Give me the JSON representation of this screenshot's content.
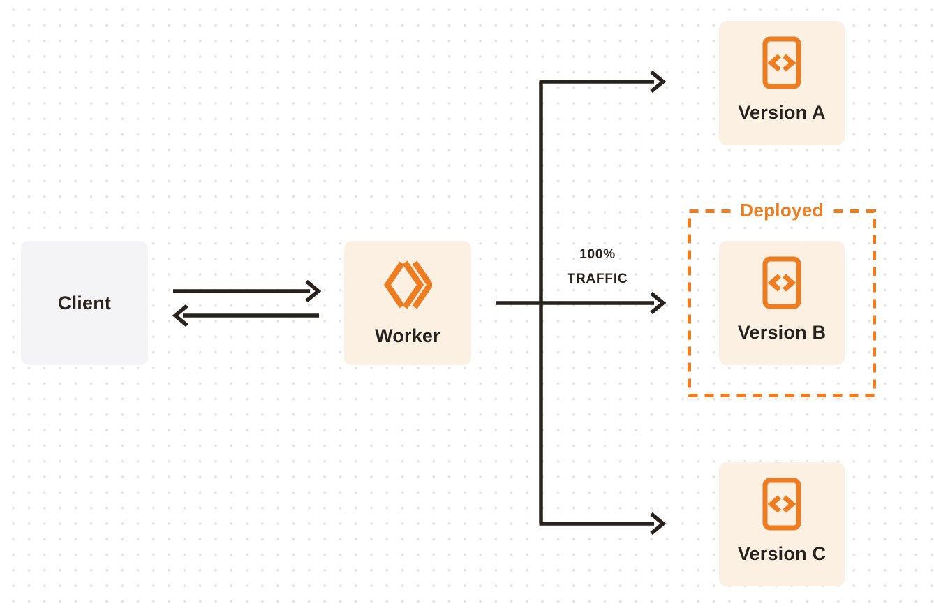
{
  "diagram": {
    "title_hint": "Worker versions traffic routing diagram",
    "client": {
      "label": "Client"
    },
    "worker": {
      "label": "Worker",
      "icon": "cloudflare-workers-logo-icon"
    },
    "versions": [
      {
        "label": "Version A",
        "icon": "code-document-icon",
        "deployed": false
      },
      {
        "label": "Version B",
        "icon": "code-document-icon",
        "deployed": true
      },
      {
        "label": "Version C",
        "icon": "code-document-icon",
        "deployed": false
      }
    ],
    "deployed_box": {
      "label": "Deployed"
    },
    "traffic_label": {
      "line1": "100%",
      "line2": "TRAFFIC"
    },
    "edges": [
      {
        "from": "client",
        "to": "worker",
        "style": "arrow-right"
      },
      {
        "from": "worker",
        "to": "client",
        "style": "arrow-left"
      },
      {
        "from": "worker",
        "to": "version-a",
        "style": "arrow-branch"
      },
      {
        "from": "worker",
        "to": "version-b",
        "style": "arrow-main",
        "label": "100% TRAFFIC"
      },
      {
        "from": "worker",
        "to": "version-c",
        "style": "arrow-branch"
      }
    ],
    "colors": {
      "accent_orange": "#ee7d21",
      "node_cream": "#fbf0e1",
      "node_gray": "#f4f4f6",
      "ink": "#27221e",
      "dot_grid": "#e4e4e4",
      "background": "#ffffff"
    }
  }
}
